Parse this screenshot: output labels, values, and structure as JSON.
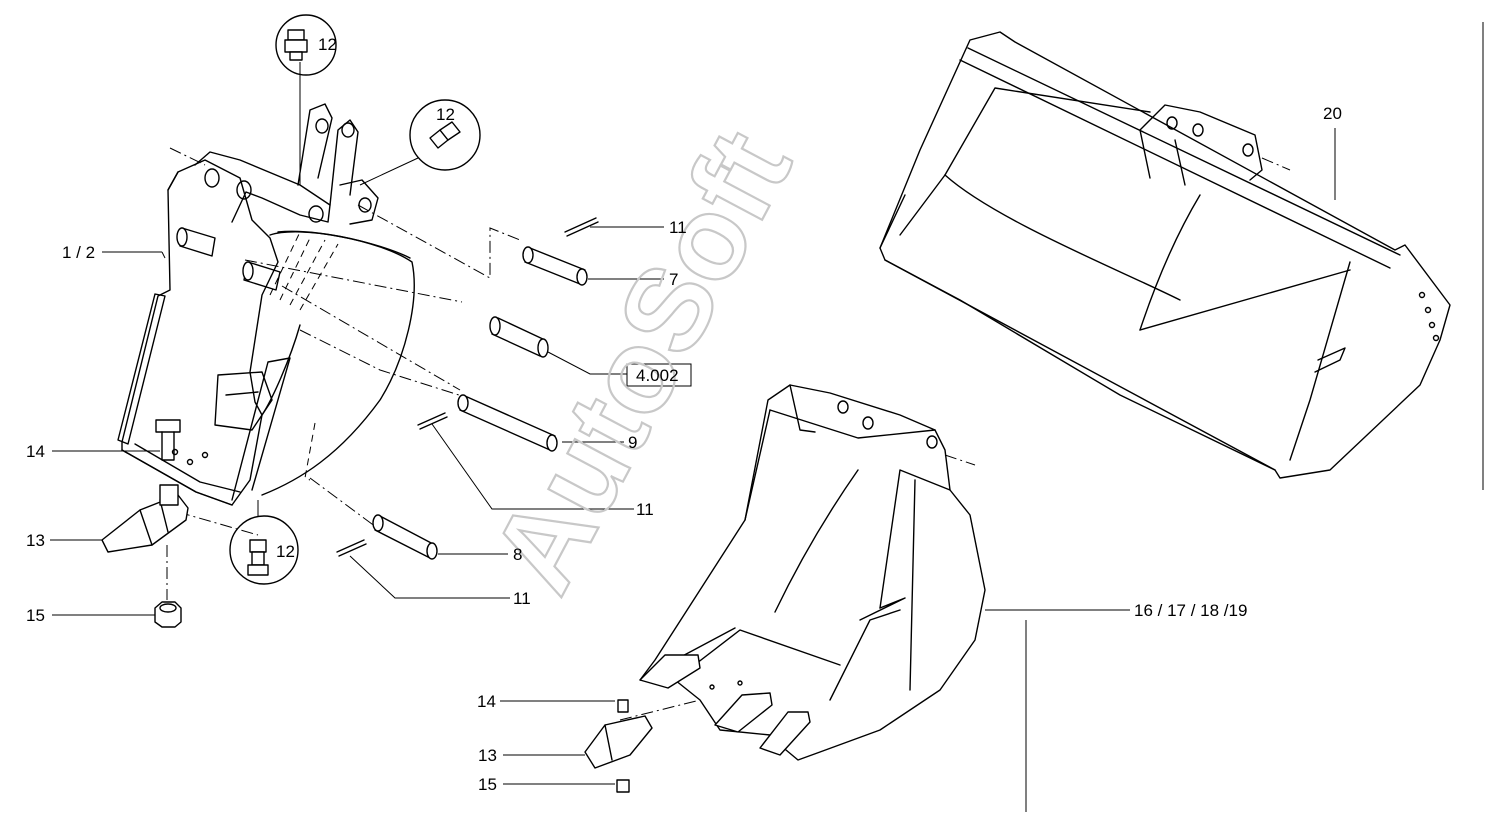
{
  "watermark": "AutoSoft",
  "callouts": {
    "c12_top": "12",
    "c12_mid": "12",
    "c12_bot": "12",
    "c11_a": "11",
    "c7": "7",
    "ref_4002": "4.002",
    "c9": "9",
    "c11_b": "11",
    "c8": "8",
    "c11_c": "11",
    "c1_2": "1 / 2",
    "c14_left": "14",
    "c13_left": "13",
    "c15_left": "15",
    "c20": "20",
    "c16_19": "16 / 17 / 18 /19",
    "c14_right": "14",
    "c13_right": "13",
    "c15_right": "15"
  }
}
